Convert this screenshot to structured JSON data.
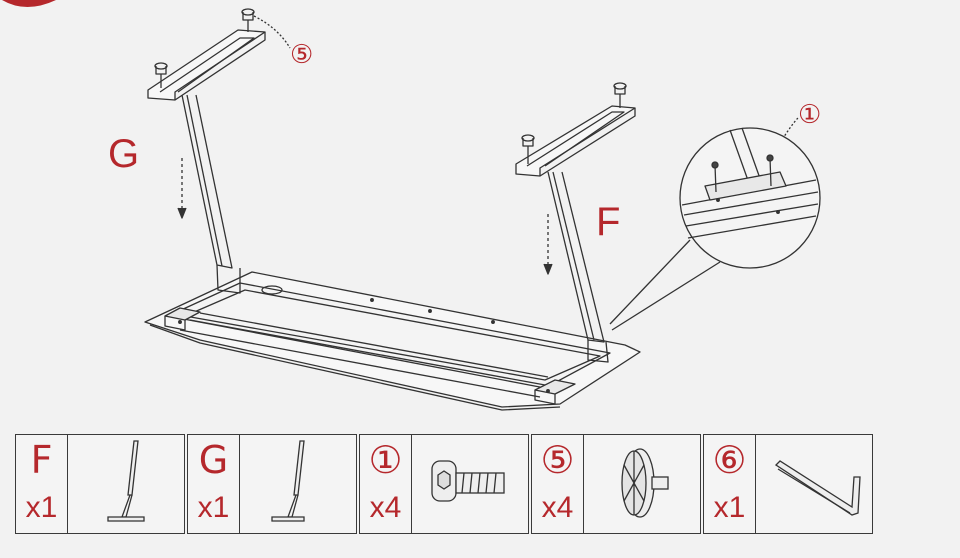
{
  "diagram": {
    "labels": {
      "g": "G",
      "f": "F",
      "callout_5": "⑤",
      "callout_1": "①"
    }
  },
  "parts": [
    {
      "code": "F",
      "qty": "x1",
      "icon": "leg-icon"
    },
    {
      "code": "G",
      "qty": "x1",
      "icon": "leg-icon"
    },
    {
      "code": "①",
      "qty": "x4",
      "icon": "screw-icon"
    },
    {
      "code": "⑤",
      "qty": "x4",
      "icon": "foot-pad-icon"
    },
    {
      "code": "⑥",
      "qty": "x1",
      "icon": "allen-key-icon"
    }
  ],
  "colors": {
    "accent": "#b5282c",
    "line": "#333333",
    "background": "#f2f2f2"
  }
}
